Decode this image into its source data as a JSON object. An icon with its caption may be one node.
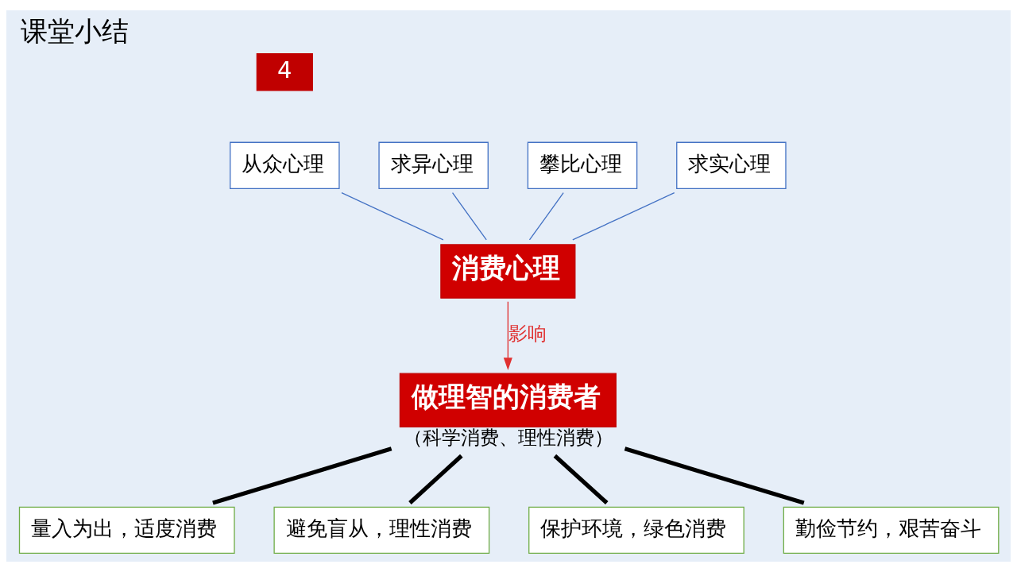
{
  "diagram": {
    "title": "课堂小结",
    "nodes": [
      {
        "text": [
          "从众心理"
        ]
      },
      {
        "text": [
          "求异心理"
        ]
      },
      {
        "text": [
          "攀比心理"
        ]
      },
      {
        "text": [
          "求实心理"
        ]
      },
      {
        "text": [
          "消费心理"
        ]
      },
      {
        "text": [
          "做理智的消费者"
        ],
        "beside": [
          "（科学消费、理性消费）"
        ]
      },
      {
        "text": [
          "量入为出，适度消费"
        ]
      },
      {
        "text": [
          "避免盲从，理性消费"
        ]
      },
      {
        "text": [
          "保护环境，绿色消费"
        ]
      },
      {
        "text": [
          "勤俭节约，艰苦奋斗"
        ]
      }
    ],
    "edges": [
      {
        "from": 0,
        "to": 4,
        "arrow": "none",
        "color": "#4472c4"
      },
      {
        "from": 1,
        "to": 4,
        "arrow": "none",
        "color": "#4472c4"
      },
      {
        "from": 2,
        "to": 4,
        "arrow": "none",
        "color": "#4472c4"
      },
      {
        "from": 3,
        "to": 4,
        "arrow": "none",
        "color": "#4472c4"
      },
      {
        "from": 4,
        "to": 5,
        "arrow": "to",
        "label": "影响",
        "color": "#e03030"
      },
      {
        "from": 5,
        "to": 6,
        "arrow": "none",
        "style": "thick",
        "color": "#000000"
      },
      {
        "from": 5,
        "to": 7,
        "arrow": "none",
        "style": "thick",
        "color": "#000000"
      },
      {
        "from": 5,
        "to": 8,
        "arrow": "none",
        "style": "thick",
        "color": "#000000"
      },
      {
        "from": 5,
        "to": 9,
        "arrow": "none",
        "style": "thick",
        "color": "#000000"
      }
    ],
    "labels": [
      "4"
    ]
  }
}
